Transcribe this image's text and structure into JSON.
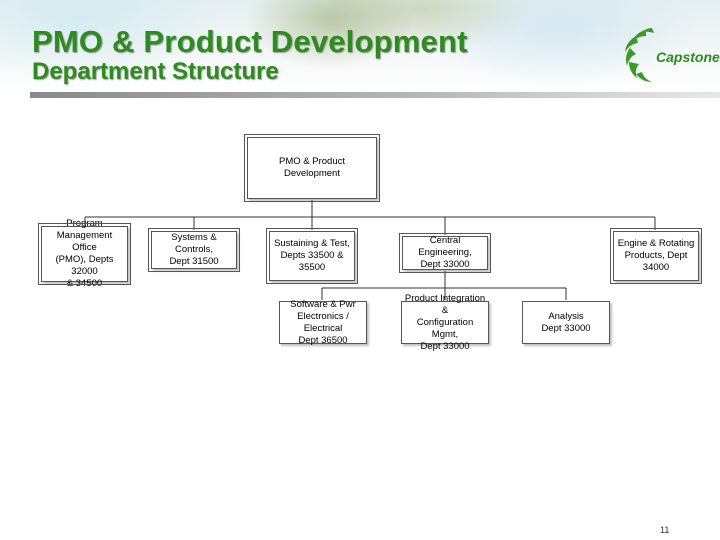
{
  "header": {
    "title_line1": "PMO & Product Development",
    "title_line2": "Department Structure",
    "logo_text": "Capstone"
  },
  "org_chart": {
    "root": "PMO & Product Development",
    "level1": [
      "Program\nManagement Office\n(PMO), Depts 32000\n& 34500",
      "Systems & Controls,\nDept 31500",
      "Sustaining & Test,\nDepts 33500 &\n35500",
      "Central Engineering,\nDept 33000",
      "Engine & Rotating\nProducts, Dept\n34000"
    ],
    "level2": [
      "Software & Pwr\nElectronics / Electrical\nDept 36500",
      "Product Integration &\nConfiguration Mgmt,\nDept 33000",
      "Analysis\nDept 33000"
    ]
  },
  "footer": {
    "page_number": "11"
  },
  "colors": {
    "title_green": "#2e8b1f",
    "box_border": "#555555"
  }
}
